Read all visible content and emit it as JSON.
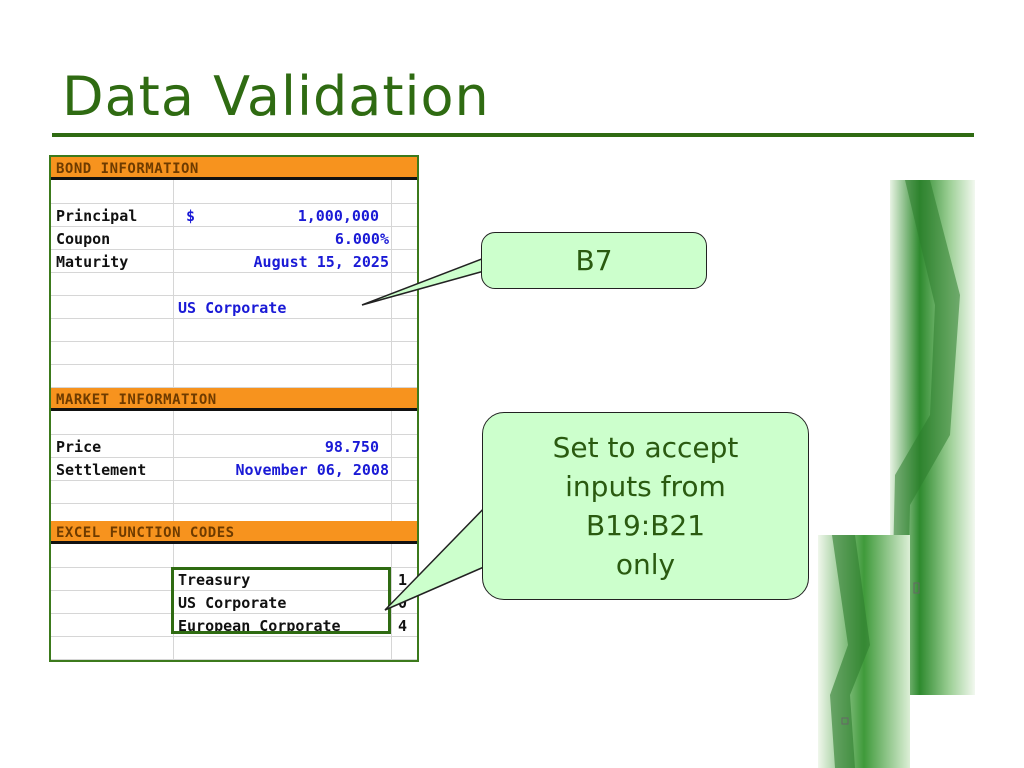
{
  "title": "Data Validation",
  "sheet": {
    "bond_header": "BOND INFORMATION",
    "principal_label": "Principal",
    "principal_currency": "$",
    "principal_value": "1,000,000",
    "coupon_label": "Coupon",
    "coupon_value": "6.000%",
    "maturity_label": "Maturity",
    "maturity_value": "August 15, 2025",
    "bond_type_value": "US Corporate",
    "market_header": "MARKET INFORMATION",
    "price_label": "Price",
    "price_value": "98.750",
    "settlement_label": "Settlement",
    "settlement_value": "November 06, 2008",
    "codes_header": "EXCEL FUNCTION CODES",
    "options": [
      {
        "label": "Treasury",
        "code": "1"
      },
      {
        "label": "US Corporate",
        "code": "0"
      },
      {
        "label": "European Corporate",
        "code": "4"
      }
    ]
  },
  "callouts": {
    "b7": "B7",
    "set_lines": [
      "Set to accept",
      "inputs from",
      "B19:B21",
      "only"
    ]
  },
  "colors": {
    "title_green": "#2f6b12",
    "header_orange": "#f7931e",
    "value_blue": "#1a1ad6",
    "callout_fill": "#ccffcc"
  }
}
